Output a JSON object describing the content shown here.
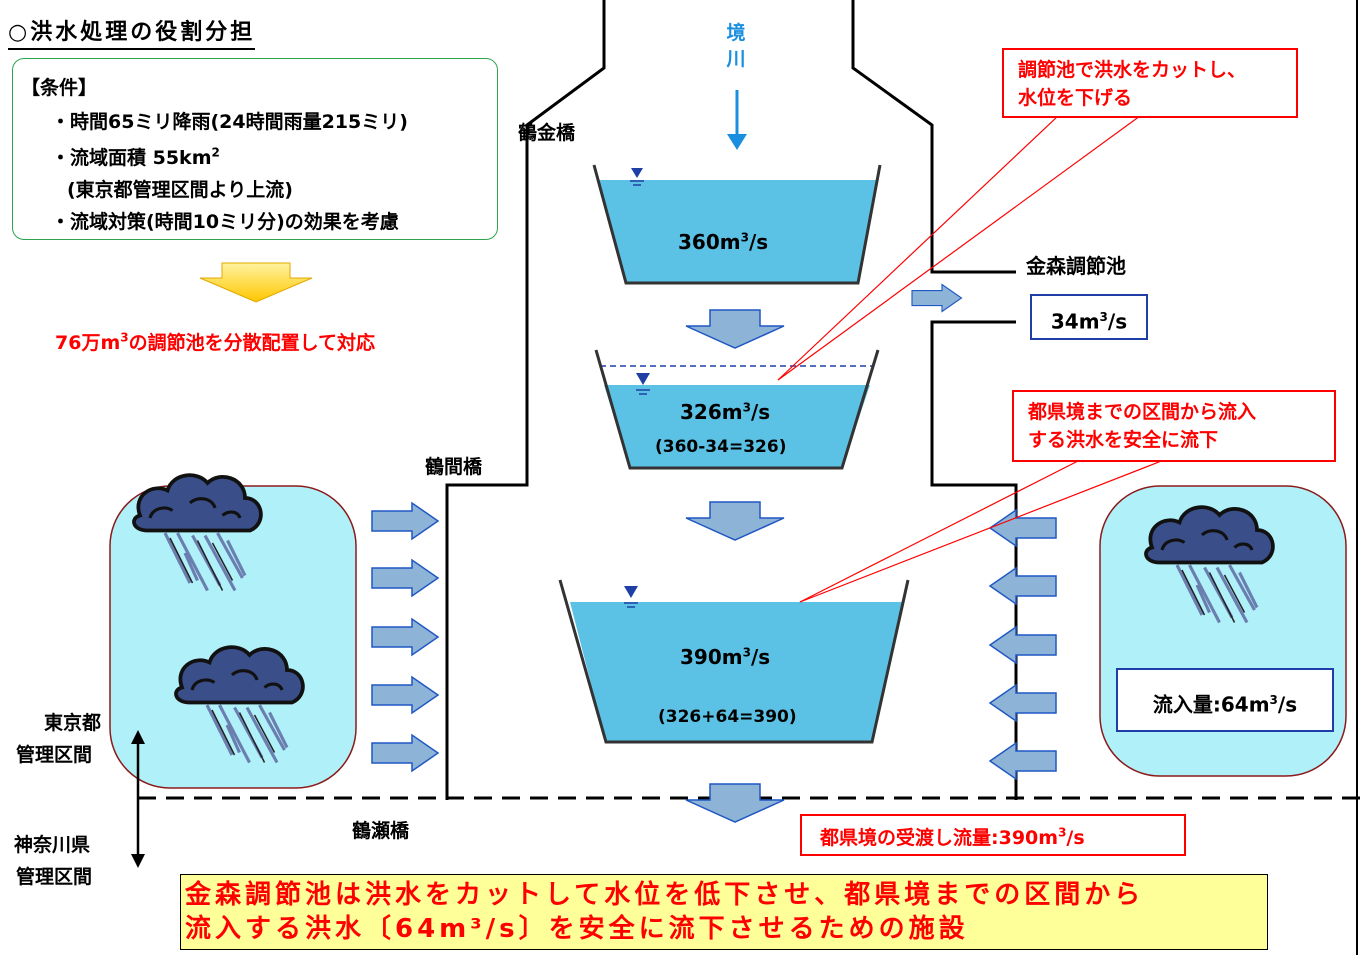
{
  "title": "○洪水処理の役割分担",
  "conditions": {
    "heading": "【条件】",
    "line1": "・時間65ミリ降雨(24時間雨量215ミリ)",
    "line2_prefix": "・流域面積 55km",
    "line2_sup": "2",
    "line3": "(東京都管理区間より上流)",
    "line4": "・流域対策(時間10ミリ分)の効果を考慮"
  },
  "result_prefix": "76万m",
  "result_sup": "3",
  "result_suffix": "の調節池を分散配置して対応",
  "river_name": "境川",
  "bridges": {
    "tsurukane": "鶴金橋",
    "tsuruma": "鶴間橋",
    "tsuruse": "鶴瀬橋"
  },
  "basins": {
    "top_value": "360m",
    "top_unit": "/s",
    "middle_value": "326m",
    "middle_unit": "/s",
    "middle_calc": "(360-34=326)",
    "bottom_value": "390m",
    "bottom_unit": "/s",
    "bottom_calc": "(326+64=390)",
    "sup": "3"
  },
  "kanamori": {
    "title": "金森調節池",
    "flow_value": "34m",
    "flow_unit": "/s"
  },
  "callout_pond": {
    "line1": "調節池で洪水をカットし、",
    "line2": "水位を下げる"
  },
  "callout_inflow": {
    "line1": "都県境までの区間から流入",
    "line2": "する洪水を安全に流下"
  },
  "inflow": {
    "label": "流入量:64m",
    "unit": "/s"
  },
  "boundary": {
    "tokyo_line1": "東京都",
    "tokyo_line2": "管理区間",
    "kanagawa_line1": "神奈川県",
    "kanagawa_line2": "管理区間"
  },
  "handover": {
    "label": "都県境の受渡し流量:390m",
    "unit": "/s"
  },
  "conclusion": {
    "line1": "金森調節池は洪水をカットして水位を低下させ、都県境までの区間から",
    "line2": "流入する洪水〔64m³/s〕を安全に流下させるための施設"
  },
  "colors": {
    "water": "#5bc2e6",
    "water_dark": "#0099cc",
    "arrow_fill": "#8db4d6",
    "cloud_area": "#b0f0f8",
    "red": "#ff0000",
    "conclusion_bg": "#ffff99"
  }
}
